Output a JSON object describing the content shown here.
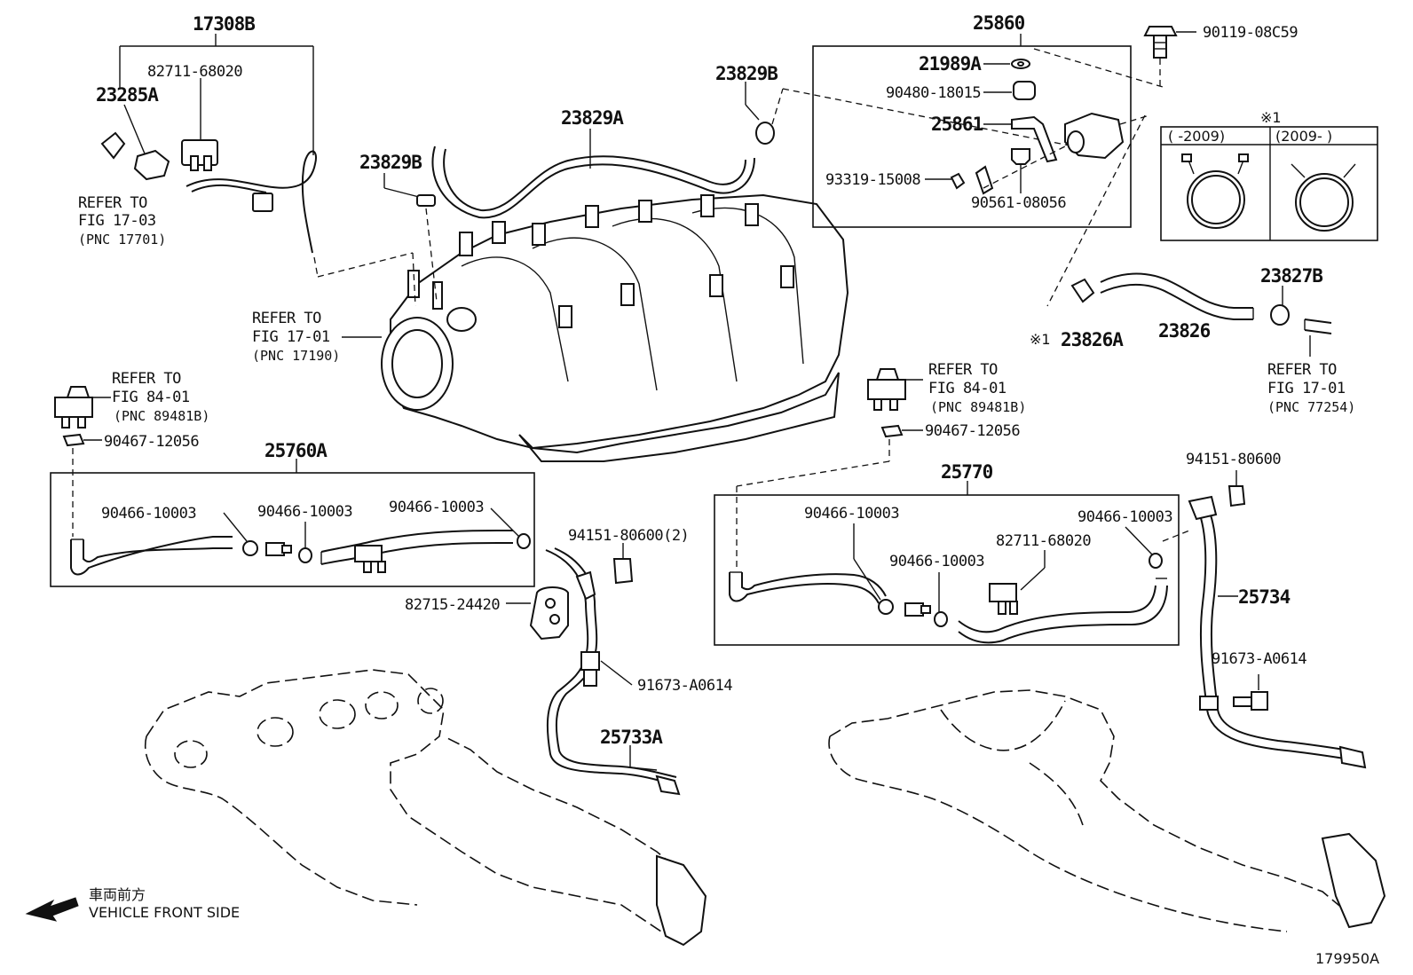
{
  "labels": {
    "p17308B": "17308B",
    "p82711_left": "82711-68020",
    "p23285A": "23285A",
    "refer1_a": "REFER TO",
    "refer1_b": "FIG 17-03",
    "refer1_c": "(PNC 17701)",
    "p23829B_top": "23829B",
    "p23829A": "23829A",
    "p23829B_mid": "23829B",
    "refer2_a": "REFER TO",
    "refer2_b": "FIG 17-01",
    "refer2_c": "(PNC 17190)",
    "p25860": "25860",
    "p21989A": "21989A",
    "p90480": "90480-18015",
    "p25861": "25861",
    "p93319": "93319-15008",
    "p90561": "90561-08056",
    "p90119": "90119-08C59",
    "note_mark": "※1",
    "note_col1": "(     -2009)",
    "note_col2": "(2009-      )",
    "p23826A_mark": "※1",
    "p23826A": "23826A",
    "p23826": "23826",
    "p23827B": "23827B",
    "refer3_a": "REFER TO",
    "refer3_b": "FIG 17-01",
    "refer3_c": "(PNC 77254)",
    "refer4_a": "REFER TO",
    "refer4_b": "FIG 84-01",
    "refer4_c": "(PNC 89481B)",
    "p90467_left": "90467-12056",
    "p25760A": "25760A",
    "p90466_l1": "90466-10003",
    "p90466_l2": "90466-10003",
    "p90466_l3": "90466-10003",
    "p94151_left": "94151-80600(2)",
    "p82715": "82715-24420",
    "p91673_left": "91673-A0614",
    "p25733A": "25733A",
    "refer5_a": "REFER TO",
    "refer5_b": "FIG 84-01",
    "refer5_c": "(PNC 89481B)",
    "p90467_right": "90467-12056",
    "p25770": "25770",
    "p90466_r1": "90466-10003",
    "p90466_r2": "90466-10003",
    "p90466_r3": "90466-10003",
    "p82711_right": "82711-68020",
    "p94151_right": "94151-80600",
    "p25734": "25734",
    "p91673_right": "91673-A0614",
    "front_jp": "車両前方",
    "front_en": "VEHICLE FRONT SIDE",
    "figure_id": "179950A"
  }
}
